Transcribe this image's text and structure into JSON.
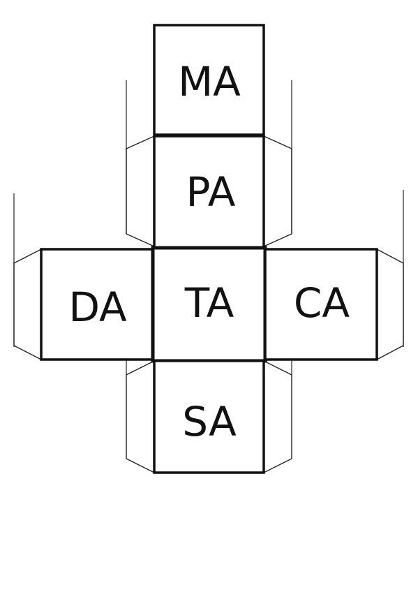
{
  "faces": {
    "top": "MA",
    "upper": "PA",
    "left": "DA",
    "center": "TA",
    "right": "CA",
    "bottom": "SA"
  },
  "colors": {
    "line": "#111111",
    "background": "#ffffff"
  }
}
